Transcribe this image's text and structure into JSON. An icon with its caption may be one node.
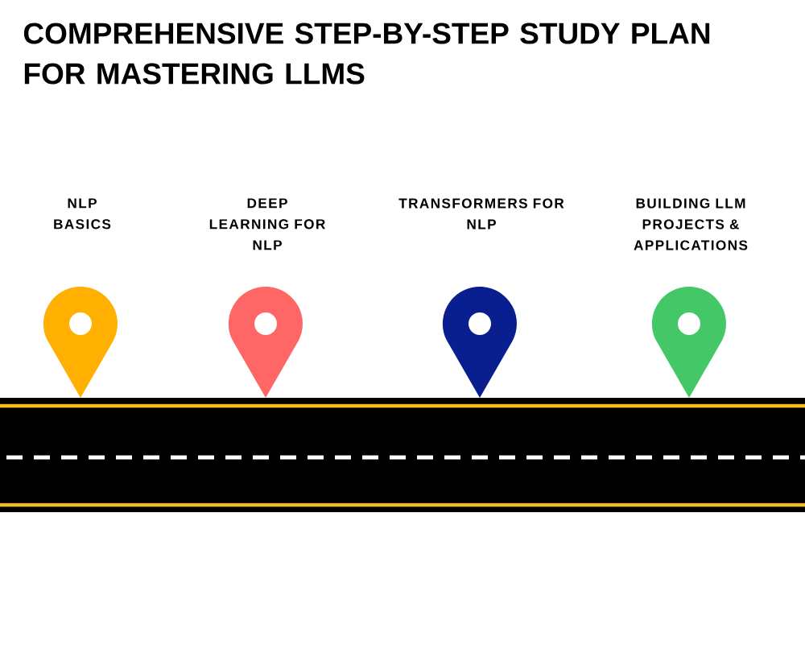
{
  "diagram": {
    "title": "COMPREHENSIVE STEP-BY-STEP STUDY PLAN FOR MASTERING LLMS",
    "nodes": [
      {
        "text": [
          "NLP BASICS"
        ]
      },
      {
        "text": [
          "DEEP LEARNING FOR NLP"
        ]
      },
      {
        "text": [
          "TRANSFORMERS FOR NLP"
        ]
      },
      {
        "text": [
          "BUILDING LLM PROJECTS & APPLICATIONS"
        ]
      }
    ]
  }
}
